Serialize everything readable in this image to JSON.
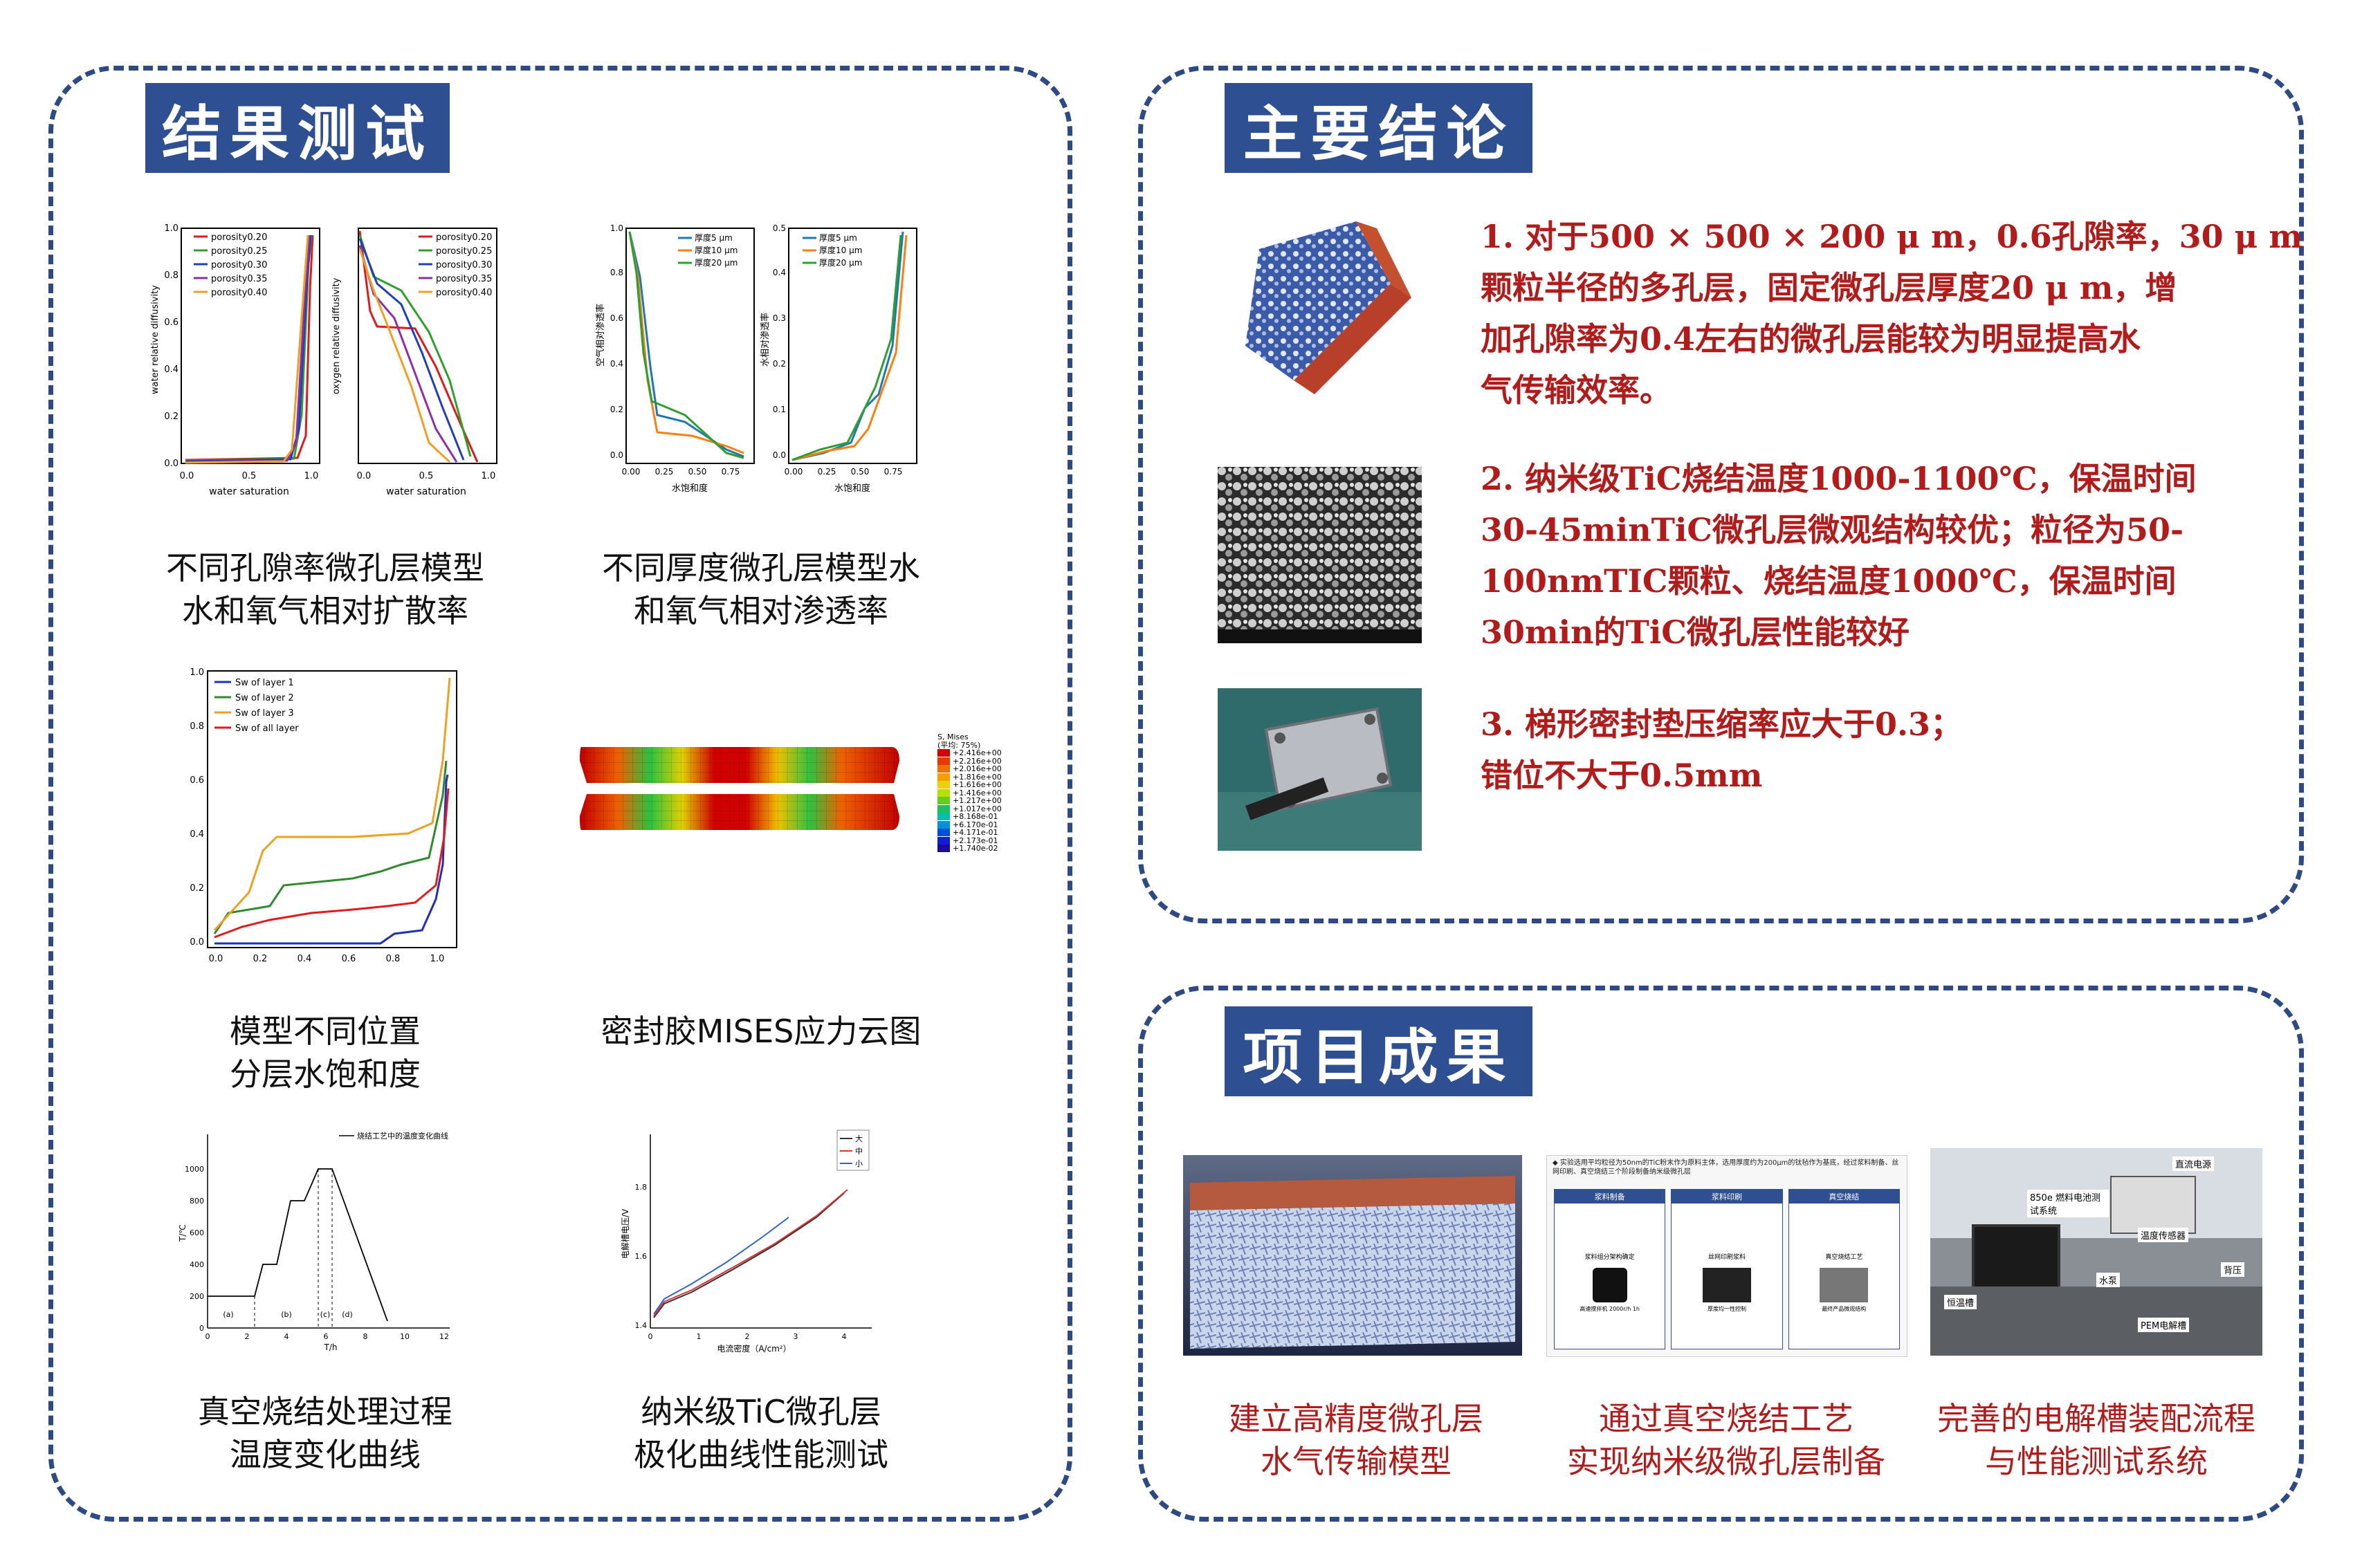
{
  "left_panel": {
    "title": "结果测试",
    "captions": {
      "porosity": [
        "不同孔隙率微孔层模型",
        "水和氧气相对扩散率"
      ],
      "thickness": [
        "不同厚度微孔层模型水",
        "和氧气相对渗透率"
      ],
      "saturation": [
        "模型不同位置",
        "分层水饱和度"
      ],
      "mises": "密封胶MISES应力云图",
      "sinter": [
        "真空烧结处理过程",
        "温度变化曲线"
      ],
      "polar": [
        "纳米级TiC微孔层",
        "极化曲线性能测试"
      ]
    },
    "porosity_chart": {
      "left_ylabel": "water relative diffusivity",
      "left_xlabel": "water saturation",
      "right_ylabel": "oxygen relative diffusivity",
      "right_xlabel": "water saturation",
      "legend": [
        "porosity0.20",
        "porosity0.25",
        "porosity0.30",
        "porosity0.35",
        "porosity0.40"
      ],
      "colors": [
        "#e31a1c",
        "#2ca02c",
        "#1f3fbf",
        "#8e2fa6",
        "#f0a020"
      ],
      "yticks": [
        "0.0",
        "0.2",
        "0.4",
        "0.6",
        "0.8",
        "1.0"
      ],
      "xticks": [
        "0.0",
        "0.5",
        "1.0"
      ]
    },
    "thickness_chart": {
      "left_ylabel": "空气相对渗透率",
      "right_ylabel": "水相对渗透率",
      "xlabel": "水饱和度",
      "legend": [
        "厚度5 μm",
        "厚度10 μm",
        "厚度20 μm"
      ],
      "colors": [
        "#1f77b4",
        "#ff7f0e",
        "#2ca02c"
      ],
      "left_yticks": [
        "0.0",
        "0.2",
        "0.4",
        "0.6",
        "0.8",
        "1.0"
      ],
      "right_yticks": [
        "0.0",
        "0.1",
        "0.2",
        "0.3",
        "0.4",
        "0.5"
      ],
      "xticks": [
        "0.00",
        "0.25",
        "0.50",
        "0.75"
      ]
    },
    "saturation_chart": {
      "legend": [
        "Sw of layer 1",
        "Sw of layer 2",
        "Sw of layer 3",
        "Sw of all layer"
      ],
      "colors": [
        "#1f2fbf",
        "#2e8b2e",
        "#f0a020",
        "#e31a1c"
      ],
      "yticks": [
        "0.0",
        "0.2",
        "0.4",
        "0.6",
        "0.8",
        "1.0"
      ],
      "xticks": [
        "0.0",
        "0.2",
        "0.4",
        "0.6",
        "0.8",
        "1.0"
      ]
    },
    "mises_legend": {
      "title": "S, Mises",
      "subtitle": "(平均: 75%)",
      "values": [
        "+2.416e+00",
        "+2.216e+00",
        "+2.016e+00",
        "+1.816e+00",
        "+1.616e+00",
        "+1.416e+00",
        "+1.217e+00",
        "+1.017e+00",
        "+8.168e-01",
        "+6.170e-01",
        "+4.171e-01",
        "+2.173e-01",
        "+1.740e-02"
      ],
      "colors": [
        "#d70000",
        "#e83a00",
        "#f07000",
        "#f4a000",
        "#f0d000",
        "#b8e000",
        "#60d020",
        "#20c060",
        "#00c0b0",
        "#0090e0",
        "#0050e0",
        "#1020d0",
        "#1a0aa0"
      ]
    },
    "sinter_chart": {
      "legend": "烧结工艺中的温度变化曲线",
      "ylabel": "T/℃",
      "xlabel": "T/h",
      "yticks": [
        "0",
        "200",
        "400",
        "600",
        "800",
        "1000"
      ],
      "xticks": [
        "0",
        "2",
        "4",
        "6",
        "8",
        "10",
        "12"
      ],
      "stages": [
        "(a)",
        "(b)",
        "(c)",
        "(d)"
      ]
    },
    "polar_chart": {
      "legend": [
        "大",
        "中",
        "小"
      ],
      "colors": [
        "#333333",
        "#d33",
        "#3366cc"
      ],
      "ylabel": "电解槽电压/V",
      "xlabel": "电流密度（A/cm²）",
      "yticks": [
        "1.4",
        "1.6",
        "1.8"
      ],
      "xticks": [
        "0",
        "1",
        "2",
        "3",
        "4"
      ]
    }
  },
  "conclusions_panel": {
    "title": "主要结论",
    "items": [
      [
        "1. 对于500 × 500 × 200 μ m，0.6孔隙率，30 μ m",
        "颗粒半径的多孔层，固定微孔层厚度20 μ m，增",
        "加孔隙率为0.4左右的微孔层能较为明显提高水",
        "气传输效率。"
      ],
      [
        "2. 纳米级TiC烧结温度1000-1100℃，保温时间",
        "30-45minTiC微孔层微观结构较优；粒径为50-",
        "100nmTIC颗粒、烧结温度1000℃，保温时间",
        "30min的TiC微孔层性能较好"
      ],
      [
        "3. 梯形密封垫压缩率应大于0.3；",
        "错位不大于0.5mm"
      ]
    ]
  },
  "results_panel": {
    "title": "项目成果",
    "captions": [
      [
        "建立高精度微孔层",
        "水气传输模型"
      ],
      [
        "通过真空烧结工艺",
        "实现纳米级微孔层制备"
      ],
      [
        "完善的电解槽装配流程",
        "与性能测试系统"
      ]
    ],
    "process_figure": {
      "header": "◆ 实验选用平均粒径为50nm的TiC粉末作为原料主体，选用厚度约为200μm的钛毡作为基底，经过浆料制备、丝网印刷、真空烧结三个阶段制备纳米级微孔层",
      "columns": [
        "浆料制备",
        "浆料印刷",
        "真空烧结"
      ],
      "notes": [
        "浆料组分架构确定",
        "丝网印刷浆料",
        "真空烧结工艺",
        "高速搅拌机 2000r/h 1h",
        "厚度均一性控制",
        "最终产品微观结构"
      ]
    },
    "test_labels": [
      "直流电源",
      "850e 燃料电池测试系统",
      "温度传感器",
      "背压",
      "水泵",
      "恒温槽",
      "PEM电解槽"
    ]
  }
}
